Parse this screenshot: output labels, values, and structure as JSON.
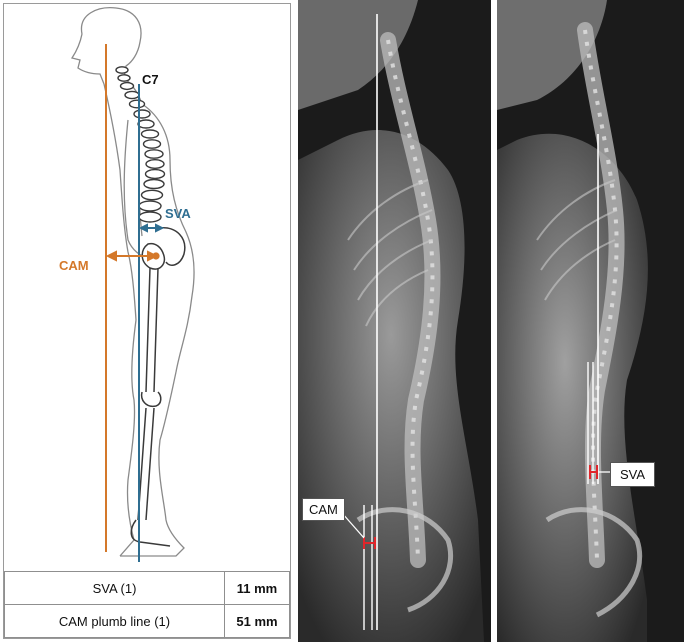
{
  "diagram": {
    "c7_label": "C7",
    "sva_label": "SVA",
    "cam_label": "CAM",
    "colors": {
      "cam": "#d4782a",
      "sva": "#2f6e91",
      "bone": "#444444",
      "outline": "#888888"
    }
  },
  "table": {
    "rows": [
      {
        "label": "SVA (1)",
        "value": "11 mm"
      },
      {
        "label": "CAM plumb line (1)",
        "value": "51 mm"
      }
    ]
  },
  "xrays": {
    "cam_label": "CAM",
    "sva_label": "SVA",
    "marker_color": "#e0262b"
  }
}
